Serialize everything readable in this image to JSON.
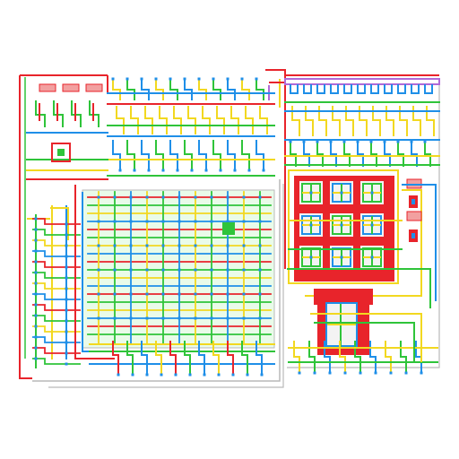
{
  "diagram": {
    "kind": "logic-circuit-layout",
    "background": "#ffffff",
    "wire_colors": {
      "red": "#e8242b",
      "green": "#2fc43a",
      "blue": "#1f8fe8",
      "yellow": "#f2d820",
      "purple": "#b06ad8",
      "gray": "#b9b9b9"
    },
    "block_colors": {
      "matrix_fill": "#e9fbe9",
      "pad_fill": "#e8242b",
      "cell_fill": "#f3f3f3",
      "chip_fill": "#f2a0a0",
      "via_fill": "#ffffff"
    },
    "chip_labels": [
      "",
      "",
      "",
      "",
      ""
    ],
    "regions": [
      "top-left-frame",
      "top-wire-bus",
      "left-column-bus",
      "main-crossbar-matrix",
      "bottom-wire-bus",
      "top-right-wire-bus",
      "memory-cell-array",
      "right-io-stack",
      "bottom-right-driver",
      "bottom-right-wire-bus"
    ]
  }
}
